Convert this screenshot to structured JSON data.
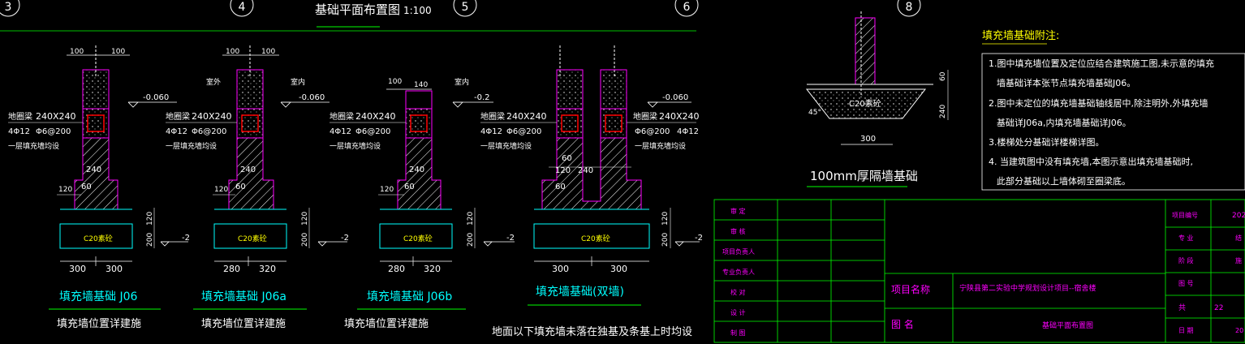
{
  "colors": {
    "background": "#000000",
    "white": "#ffffff",
    "yellow": "#ffff00",
    "cyan": "#00ffff",
    "green": "#00ff00",
    "magenta": "#ff00ff",
    "red": "#ff0000",
    "grey": "#c0c0c0"
  },
  "drawing": {
    "title": "基础平面布置图",
    "scale": "1:100",
    "axis_bubbles": [
      "3",
      "4",
      "5",
      "6",
      "8"
    ]
  },
  "sections": [
    {
      "top_dims": [
        "100",
        "100"
      ],
      "elev_label_left": "",
      "elev_label_right": "",
      "elevation": "-0.060",
      "beam_label": "地圈梁",
      "beam_size": "240X240",
      "rebar_main": "4Φ12",
      "rebar_stirrup": "Φ6@200",
      "wall_note": "一层填充墙均设",
      "dim_240": "240",
      "dim_60": "60",
      "dim_120": "120",
      "dim_120b": "120",
      "dim_200": "200",
      "footing_label": "C20素砼",
      "bottom_elev": "-2",
      "base_dims": [
        "300",
        "300"
      ],
      "title": "填充墙基础  J06",
      "note": "填充墙位置详建施"
    },
    {
      "top_dims": [
        "100",
        "100"
      ],
      "elev_label_left": "室外",
      "elev_label_right": "室内",
      "elevation": "-0.060",
      "beam_label": "地圈梁",
      "beam_size": "240X240",
      "rebar_main": "4Φ12",
      "rebar_stirrup": "Φ6@200",
      "wall_note": "一层填充墙均设",
      "dim_240": "240",
      "dim_60": "60",
      "dim_120": "120",
      "dim_120b": "120",
      "dim_200": "200",
      "footing_label": "C20素砼",
      "bottom_elev": "-2",
      "base_dims": [
        "280",
        "320"
      ],
      "title": "填充墙基础  J06a",
      "note": "填充墙位置详建施"
    },
    {
      "top_dims": [
        "100",
        "140"
      ],
      "elev_label_left": "",
      "elev_label_right": "室内",
      "elevation": "-0.2",
      "beam_label": "地圈梁",
      "beam_size": "240X240",
      "rebar_main": "4Φ12",
      "rebar_stirrup": "Φ6@200",
      "wall_note": "一层填充墙均设",
      "dim_240": "240",
      "dim_60": "60",
      "dim_120": "120",
      "dim_120b": "120",
      "dim_200": "200",
      "footing_label": "C20素砼",
      "bottom_elev": "-2",
      "base_dims": [
        "280",
        "320"
      ],
      "title": "填充墙基础  J06b",
      "note": "填充墙位置详建施"
    }
  ],
  "double_section": {
    "elevation": "-0.060",
    "beam_label_left": "地圈梁",
    "beam_size_left": "240X240",
    "rebar_main_left": "4Φ12",
    "rebar_stirrup_left": "Φ6@200",
    "wall_note_left": "一层填充墙均设",
    "beam_label_right": "地圈梁",
    "beam_size_right": "240X240",
    "rebar_stirrup_right": "Φ6@200",
    "rebar_main_right": "4Φ12",
    "wall_note_right": "一层填充墙均设",
    "dim_60a": "60",
    "dim_60b": "60",
    "dim_120": "120",
    "dim_240": "240",
    "dim_120b": "120",
    "dim_200": "200",
    "footing_label": "C20素砼",
    "bottom_elev": "-2",
    "base_dims": [
      "300",
      "300"
    ],
    "title": "填充墙基础(双墙)",
    "note": "地面以下填充墙未落在独基及条基上时均设"
  },
  "partition": {
    "footing_label": "C20素砼",
    "dim_60": "60",
    "dim_240": "240",
    "angle": "45°",
    "width": "300",
    "title": "100mm厚隔墙基础"
  },
  "notes": {
    "heading": "填充墙基础附注:",
    "lines": [
      "1.图中填充墙位置及定位应结合建筑施工图,未示意的填充",
      "墙基础详本张节点填充墙基础J06。",
      "2.图中未定位的填充墙基础轴线居中,除注明外,外填充墙",
      "基础详J06a,内填充墙基础详J06。",
      "3.楼梯处分基础详楼梯详图。",
      "4. 当建筑图中没有填充墙,本图示意出填充墙基础时,",
      "此部分基础以上墙体砌至圈梁底。"
    ]
  },
  "title_block": {
    "roles": [
      "审  定",
      "审  核",
      "项目负责人",
      "专业负责人",
      "校  对",
      "设  计",
      "制  图"
    ],
    "project_label": "项目名称",
    "project_name": "宁陕县第二实验中学规划设计项目--宿舍楼",
    "drawing_label": "图    名",
    "drawing_name": "基础平面布置图",
    "right_labels": [
      "项目编号",
      "专  业",
      "阶  段",
      "图  号",
      "共",
      "日  期"
    ],
    "right_values": [
      "202",
      "结",
      "施",
      "",
      "22",
      "20"
    ]
  }
}
